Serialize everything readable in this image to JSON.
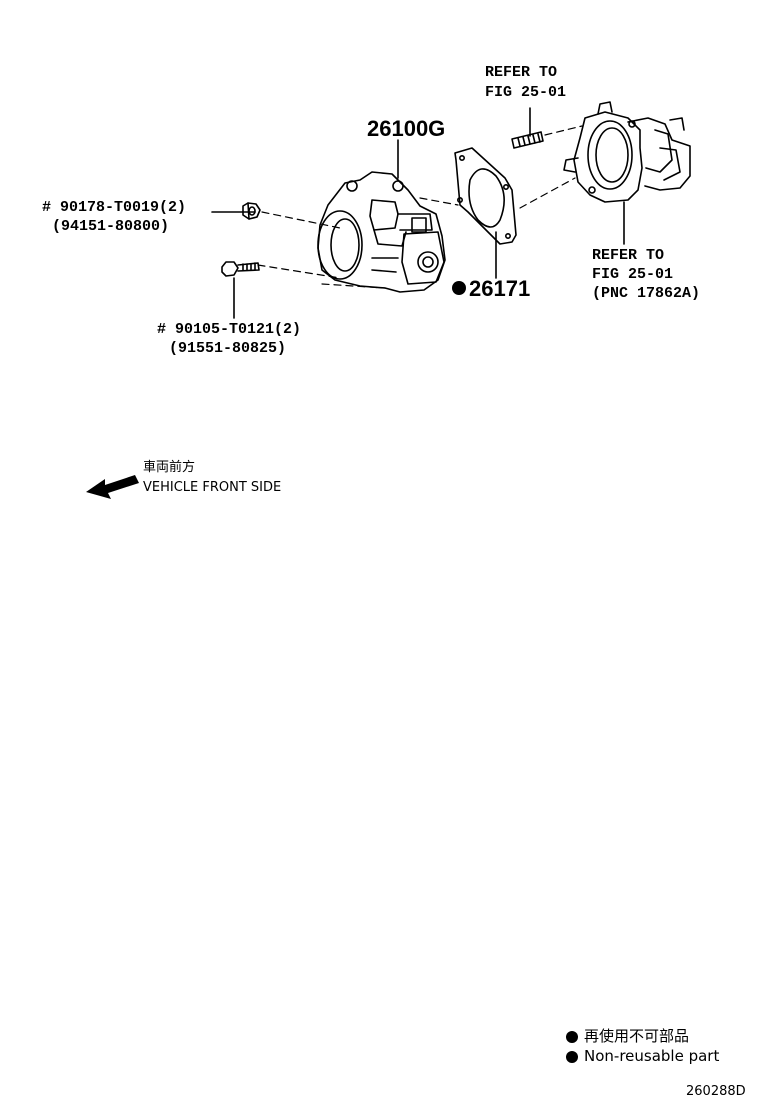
{
  "labels": {
    "refer_top_line1": "REFER TO",
    "refer_top_line2": "FIG 25-01",
    "refer_right_line1": "REFER TO",
    "refer_right_line2": "FIG 25-01",
    "refer_right_line3": "(PNC 17862A)",
    "part_throttle_body": "26100G",
    "part_gasket": "26171",
    "nut_line1": "# 90178-T0019(2)",
    "nut_line2": "(94151-80800)",
    "bolt_line1": "# 90105-T0121(2)",
    "bolt_line2": "(91551-80825)"
  },
  "direction": {
    "japanese": "車両前方",
    "english": "VEHICLE FRONT SIDE"
  },
  "legend": {
    "japanese": "再使用不可部品",
    "english": "Non-reusable part"
  },
  "figure_code": "260288D"
}
